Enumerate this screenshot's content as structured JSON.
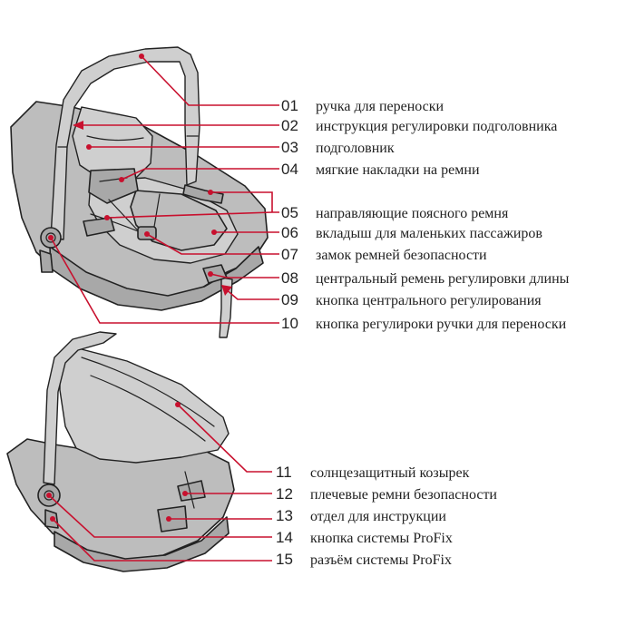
{
  "diagram": {
    "colors": {
      "leader": "#c8102e",
      "seat_fill": "#bdbdbd",
      "outline": "#222222",
      "text": "#222222"
    },
    "top_callouts": [
      {
        "num": "01",
        "label": "ручка для переноски"
      },
      {
        "num": "02",
        "label": "инструкция регулировки подголовника"
      },
      {
        "num": "03",
        "label": "подголовник"
      },
      {
        "num": "04",
        "label": "мягкие накладки на ремни"
      },
      {
        "num": "05",
        "label": "направляющие поясного ремня"
      },
      {
        "num": "06",
        "label": "вкладыш для маленьких пассажиров"
      },
      {
        "num": "07",
        "label": "замок ремней безопасности"
      },
      {
        "num": "08",
        "label": "центральный ремень регулировки длины"
      },
      {
        "num": "09",
        "label": "кнопка центрального регулирования"
      },
      {
        "num": "10",
        "label": "кнопка регулироки ручки для переноски"
      }
    ],
    "bottom_callouts": [
      {
        "num": "11",
        "label": "солнцезащитный козырек"
      },
      {
        "num": "12",
        "label": "плечевые ремни безопасности"
      },
      {
        "num": "13",
        "label": "отдел для инструкции"
      },
      {
        "num": "14",
        "label": "кнопка системы ProFix"
      },
      {
        "num": "15",
        "label": "разъём системы ProFix"
      }
    ]
  }
}
